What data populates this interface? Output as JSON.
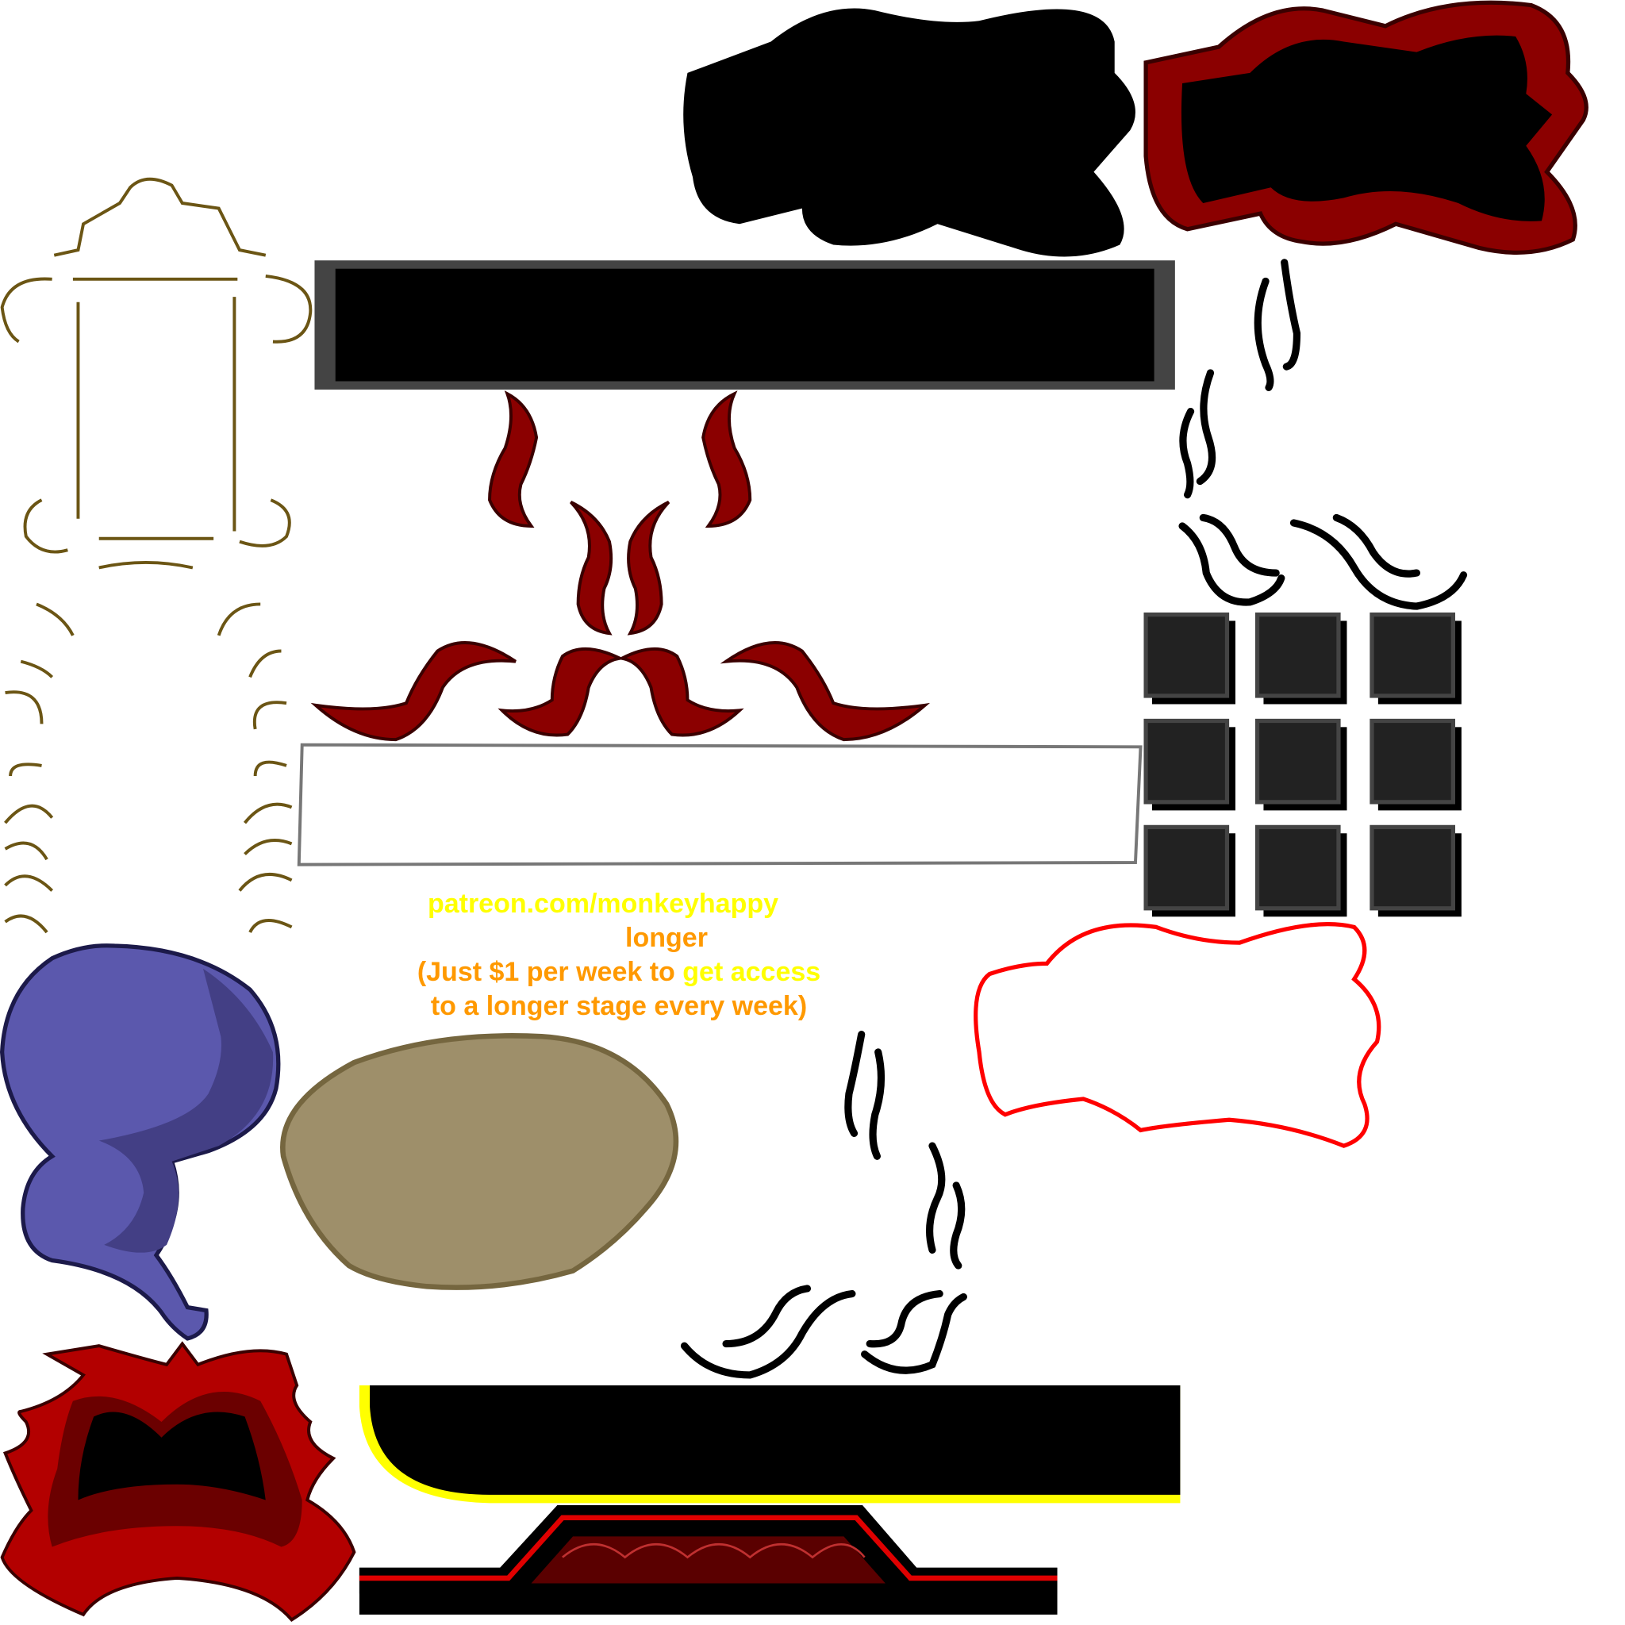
{
  "promo": {
    "url": "patreon.com/monkeyhappy",
    "word": "longer",
    "line3_a": "(Just $1 per week to ",
    "line3_b": "get access",
    "line4": "to a longer stage every week)"
  },
  "colors": {
    "yellow": "#ffff00",
    "orange": "#ff9900",
    "dark_red": "#8b0000",
    "bright_red": "#ff0000",
    "purple": "#5b58ad",
    "tan": "#9e8f6a",
    "frame_brown": "#6b5514",
    "tile": "#222222"
  }
}
